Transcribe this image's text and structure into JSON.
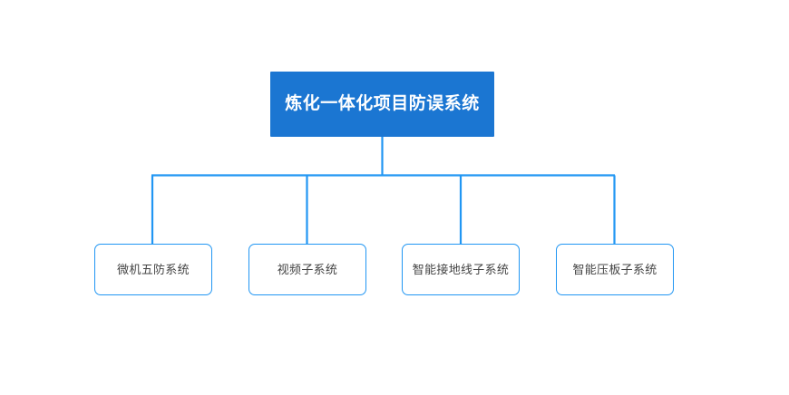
{
  "diagram": {
    "type": "organization-tree",
    "orientation": "top-down",
    "colors": {
      "root_fill": "#1b76d2",
      "root_text": "#ffffff",
      "child_border": "#2196f3",
      "child_fill": "#ffffff",
      "child_text": "#444444",
      "connector": "#2196f3",
      "background": "#ffffff"
    },
    "root": {
      "label": "炼化一体化项目防误系统"
    },
    "children": [
      {
        "label": "微机五防系统"
      },
      {
        "label": "视频子系统"
      },
      {
        "label": "智能接地线子系统"
      },
      {
        "label": "智能压板子系统"
      }
    ]
  }
}
